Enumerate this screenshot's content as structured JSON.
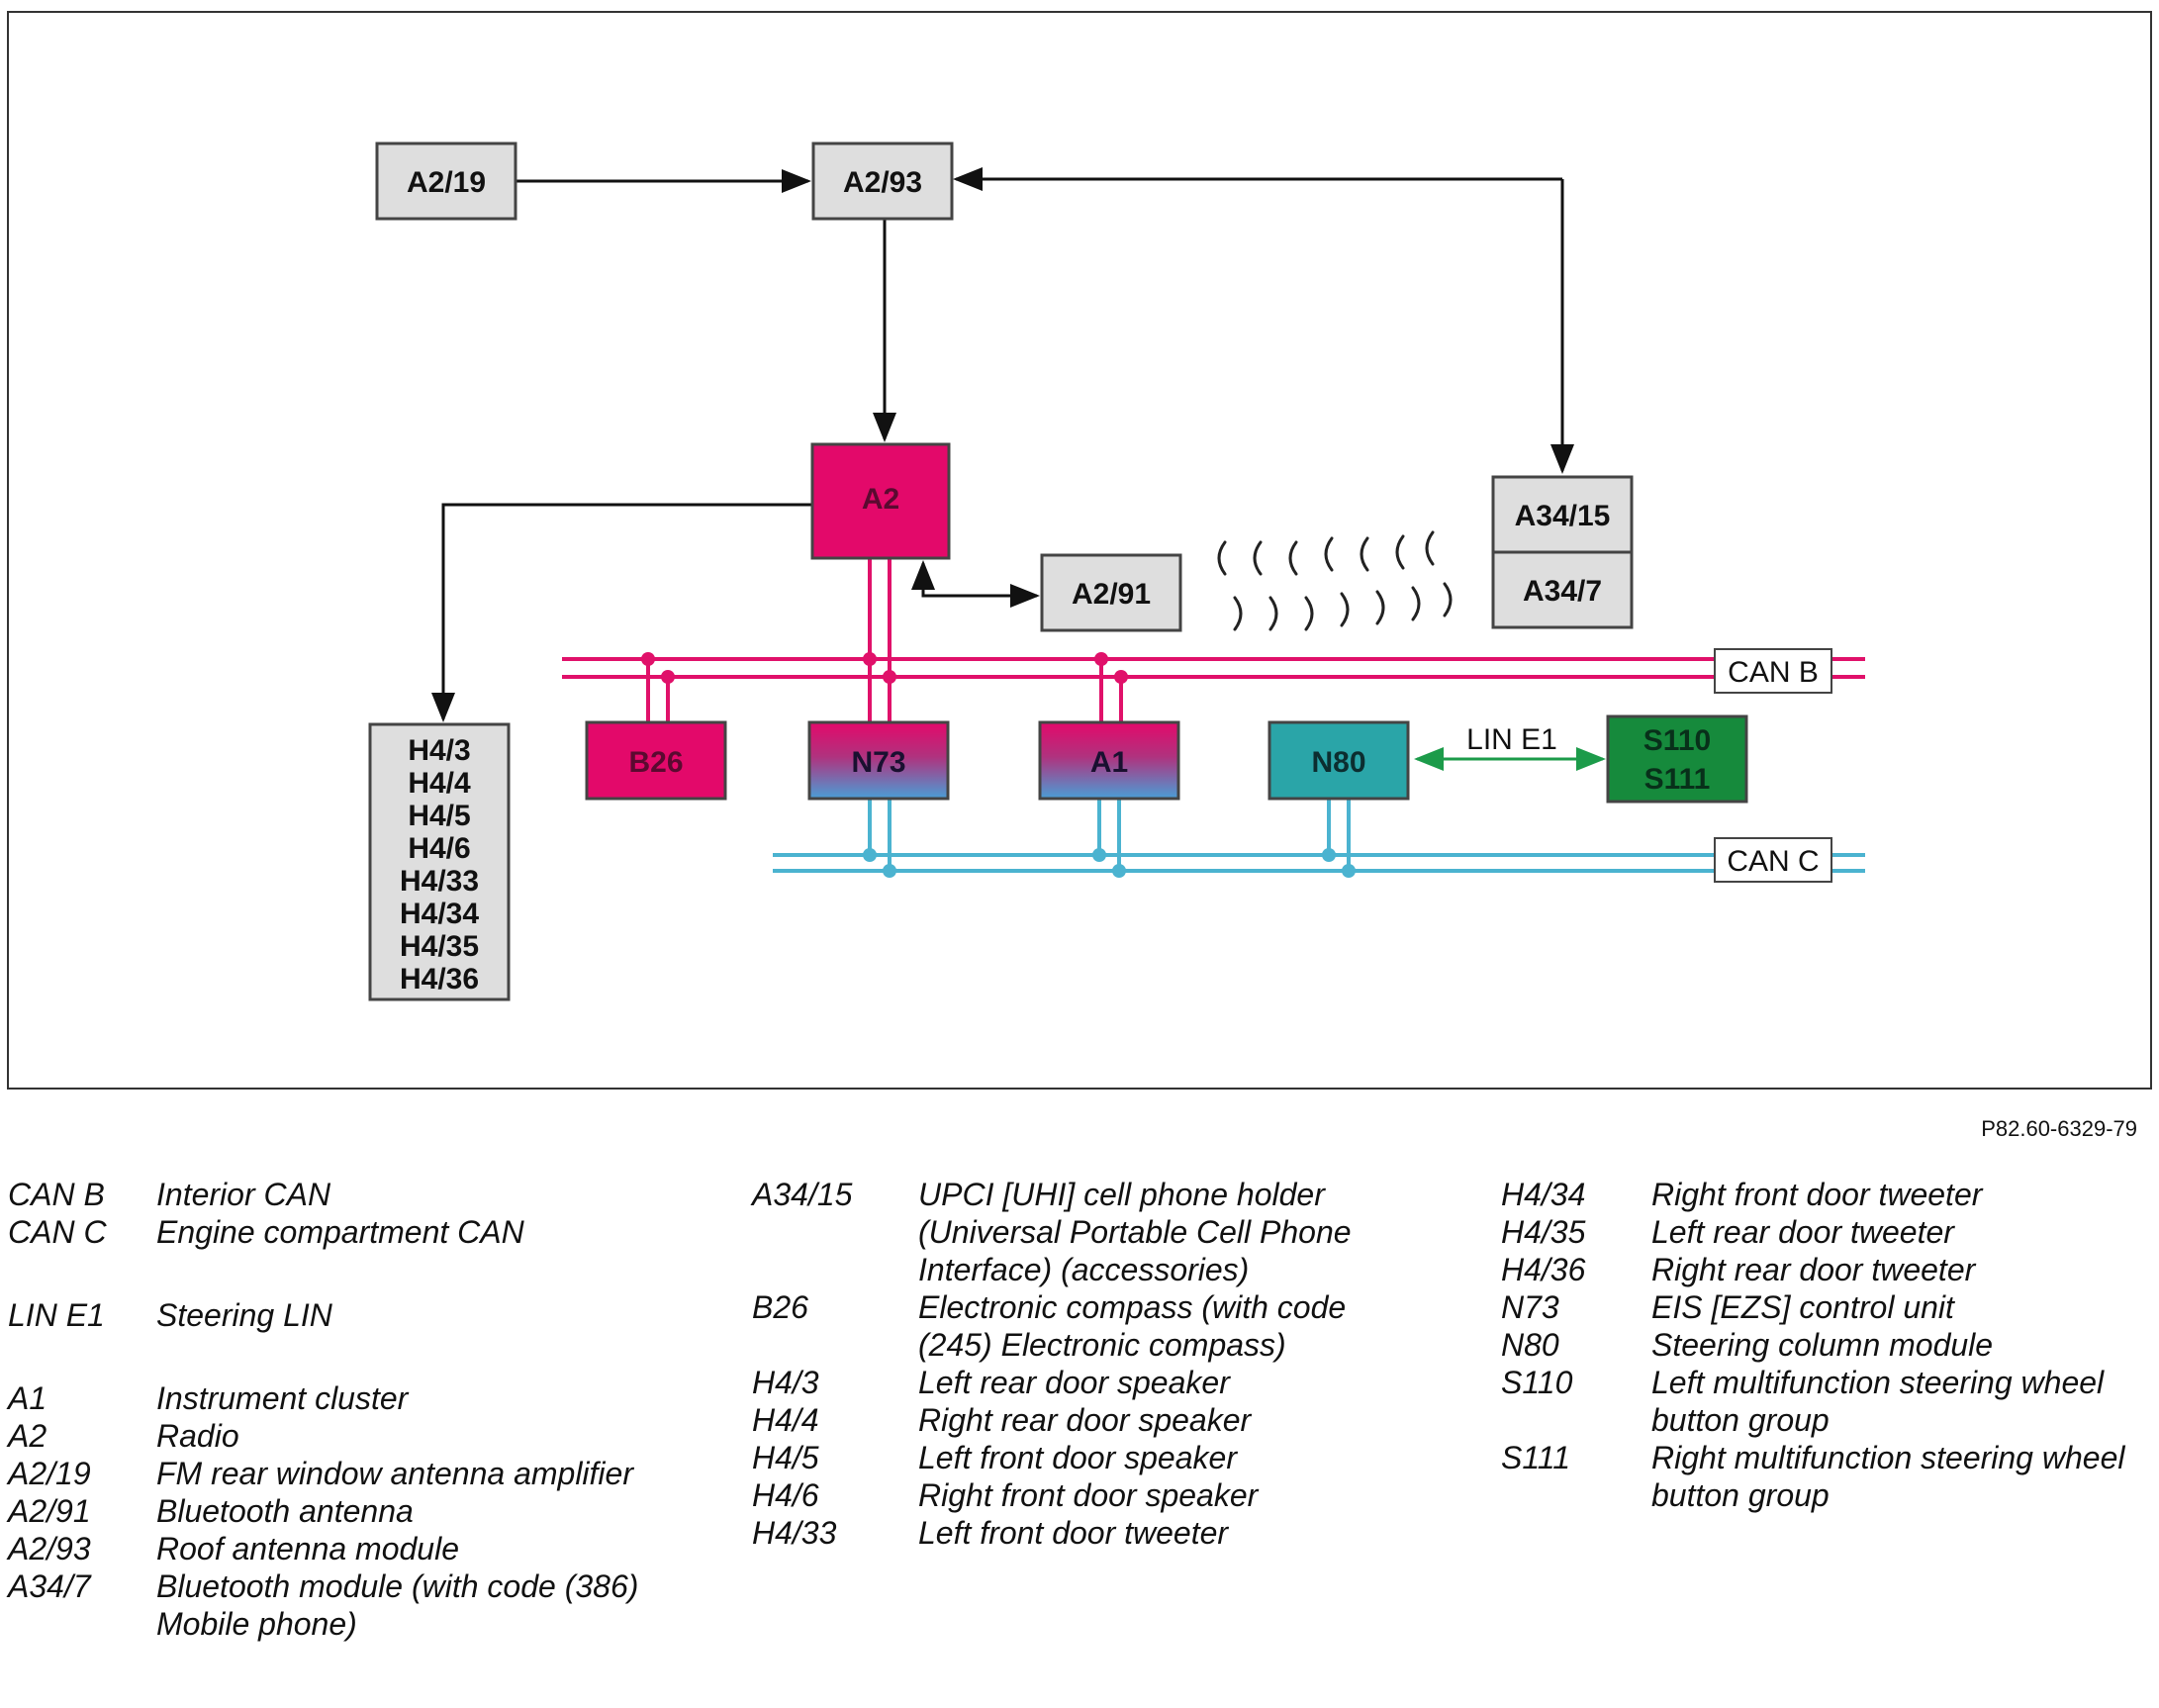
{
  "diagram": {
    "nodes": {
      "a2_19": "A2/19",
      "a2_93": "A2/93",
      "a2": "A2",
      "a2_91": "A2/91",
      "a34_15": "A34/15",
      "a34_7": "A34/7",
      "b26": "B26",
      "n73": "N73",
      "a1": "A1",
      "n80": "N80",
      "s110": "S110",
      "s111": "S111",
      "speakers": [
        "H4/3",
        "H4/4",
        "H4/5",
        "H4/6",
        "H4/33",
        "H4/34",
        "H4/35",
        "H4/36"
      ]
    },
    "bus_can_b": "CAN B",
    "bus_can_c": "CAN C",
    "lin_e1": "LIN E1",
    "colors": {
      "can_b": "#e0116a",
      "can_c": "#4bb3d0",
      "lin": "#1c9b4a",
      "radio_fill": "#e3096a",
      "n80_fill": "#2aa5a8",
      "switch_fill": "#168a3c",
      "gray_box": "#dedede"
    }
  },
  "figure_ref": "P82.60-6329-79",
  "legend": {
    "col1": [
      {
        "code": "CAN B",
        "desc": "Interior CAN"
      },
      {
        "code": "CAN C",
        "desc": "Engine compartment CAN"
      },
      {
        "code": "",
        "desc": ""
      },
      {
        "code": "LIN E1",
        "desc": "Steering LIN"
      },
      {
        "code": "",
        "desc": ""
      },
      {
        "code": "A1",
        "desc": "Instrument cluster"
      },
      {
        "code": "A2",
        "desc": "Radio"
      },
      {
        "code": "A2/19",
        "desc": "FM rear window antenna amplifier"
      },
      {
        "code": "A2/91",
        "desc": "Bluetooth antenna"
      },
      {
        "code": "A2/93",
        "desc": "Roof antenna module"
      },
      {
        "code": "A34/7",
        "desc": "Bluetooth module (with code (386) Mobile phone)"
      }
    ],
    "col2": [
      {
        "code": "A34/15",
        "desc": "UPCI [UHI] cell phone holder (Universal Portable Cell Phone Interface) (accessories)"
      },
      {
        "code": "B26",
        "desc": "Electronic compass (with code (245) Electronic compass)"
      },
      {
        "code": "H4/3",
        "desc": "Left rear door speaker"
      },
      {
        "code": "H4/4",
        "desc": "Right rear door speaker"
      },
      {
        "code": "H4/5",
        "desc": "Left front door speaker"
      },
      {
        "code": "H4/6",
        "desc": "Right front door speaker"
      },
      {
        "code": "H4/33",
        "desc": "Left front door tweeter"
      }
    ],
    "col3": [
      {
        "code": "H4/34",
        "desc": "Right front door tweeter"
      },
      {
        "code": "H4/35",
        "desc": "Left rear door tweeter"
      },
      {
        "code": "H4/36",
        "desc": "Right rear door tweeter"
      },
      {
        "code": "N73",
        "desc": "EIS [EZS] control unit"
      },
      {
        "code": "N80",
        "desc": "Steering column module"
      },
      {
        "code": "S110",
        "desc": "Left multifunction steering wheel button group"
      },
      {
        "code": "S111",
        "desc": "Right multifunction steering wheel button group"
      }
    ]
  }
}
